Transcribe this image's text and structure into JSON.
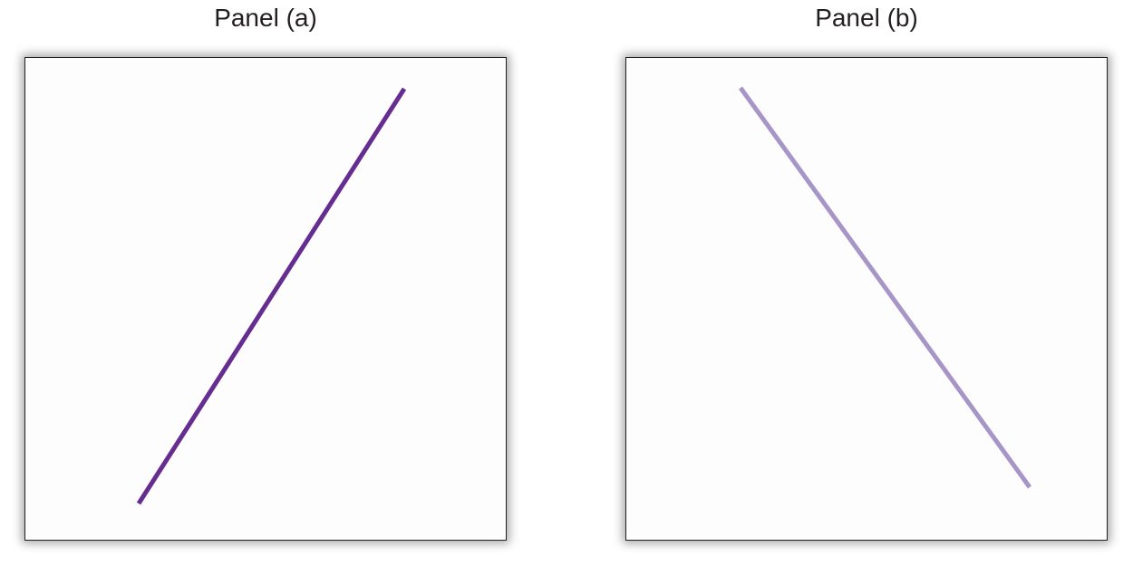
{
  "panels": [
    {
      "title": "Panel (a)",
      "line_color": "#662d91",
      "slope": "positive"
    },
    {
      "title": "Panel (b)",
      "line_color": "#a795c8",
      "slope": "negative"
    }
  ]
}
